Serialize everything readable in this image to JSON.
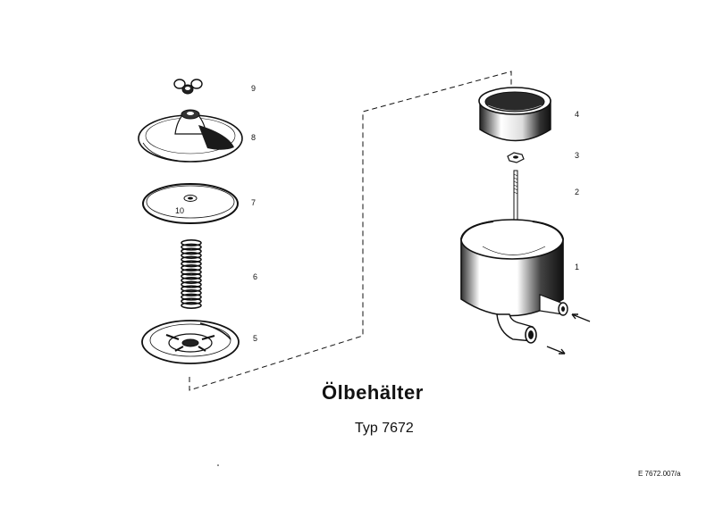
{
  "title": "Ölbehälter",
  "subtitle": "Typ 7672",
  "reference_code": "E 7672.007/a",
  "part_labels": {
    "p1": "1",
    "p2": "2",
    "p3": "3",
    "p4": "4",
    "p5": "5",
    "p6": "6",
    "p7": "7",
    "p8": "8",
    "p9": "9",
    "p10": "10"
  },
  "colors": {
    "ink": "#111111",
    "paper": "#ffffff",
    "shade": "#2a2a2a"
  }
}
